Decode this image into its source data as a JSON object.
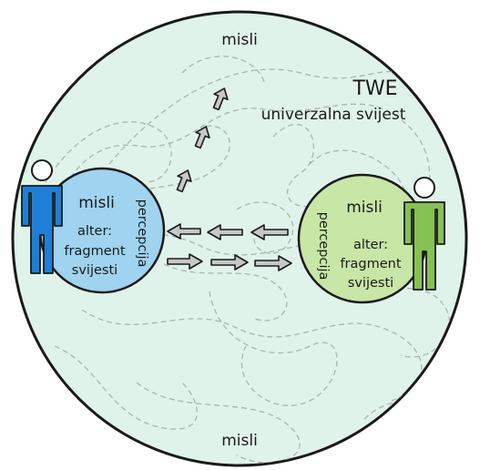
{
  "universe": {
    "title": "TWE",
    "subtitle": "univerzalna svijest",
    "thoughts_top": "misli",
    "thoughts_bottom": "misli",
    "fill_color": "#dff3ea"
  },
  "left_alter": {
    "thoughts": "misli",
    "line1": "alter:",
    "line2": "fragment",
    "line3": "svijesti",
    "perception": "percepcija",
    "figure_color": "#1e7fd6",
    "bubble_color": "#9fd3ef"
  },
  "right_alter": {
    "thoughts": "misli",
    "line1": "alter:",
    "line2": "fragment",
    "line3": "svijesti",
    "perception": "percepcija",
    "figure_color": "#86c153",
    "bubble_color": "#c8e6a6"
  },
  "arrows": {
    "upward": "toward universal consciousness",
    "leftward": "right to left",
    "rightward": "left to right",
    "fill": "#c6c8c8"
  }
}
